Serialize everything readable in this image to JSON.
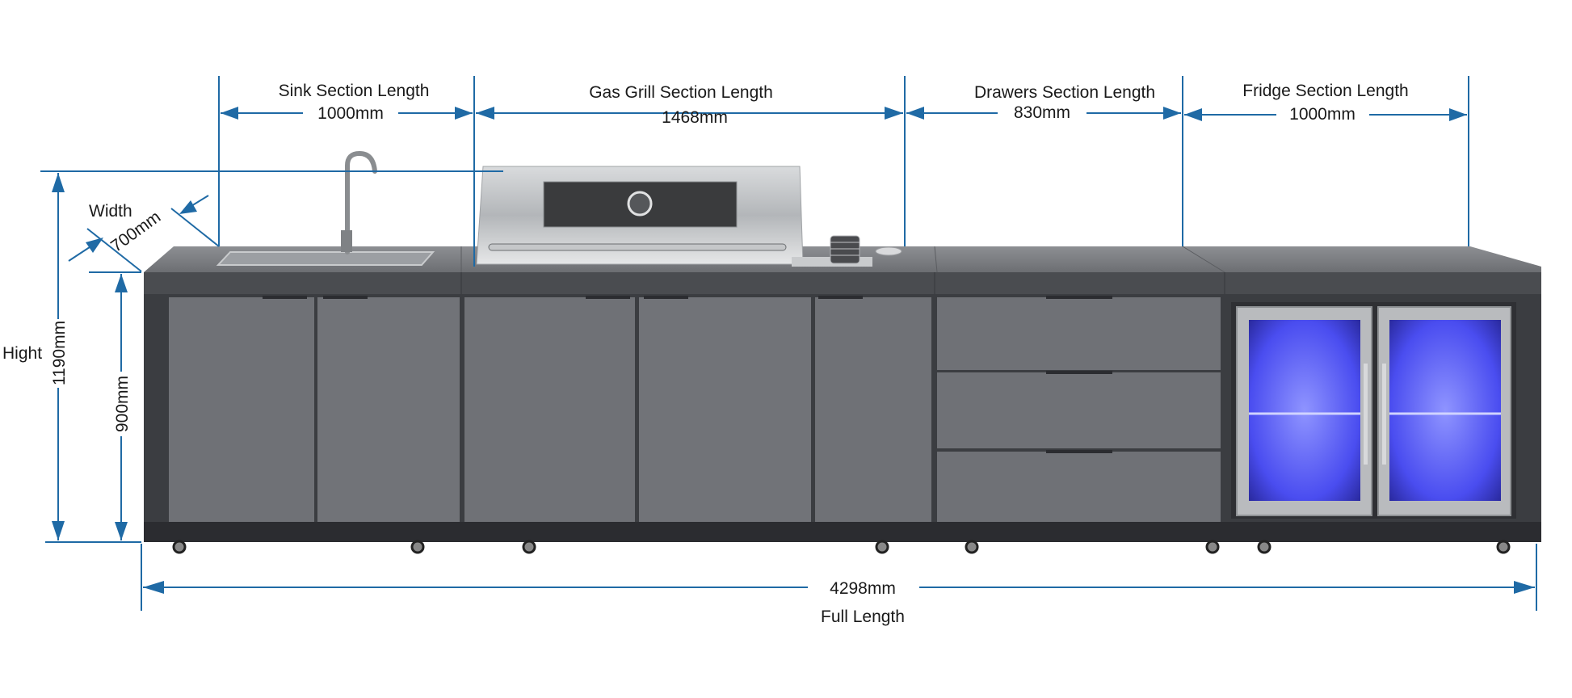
{
  "colors": {
    "dimension": "#1f6aa5",
    "cabinet": "#6f7176",
    "countertop": "#4a4c50",
    "fridge_light": "#5a5cff"
  },
  "sections": [
    {
      "title": "Sink Section Length",
      "value": "1000mm"
    },
    {
      "title": "Gas Grill Section Length",
      "value": "1468mm"
    },
    {
      "title": "Drawers Section Length",
      "value": "830mm"
    },
    {
      "title": "Fridge Section Length",
      "value": "1000mm"
    }
  ],
  "height": {
    "label": "Hight",
    "total": "1190mm",
    "counter": "900mm"
  },
  "width": {
    "label": "Width",
    "value": "700mm"
  },
  "full_length": {
    "value": "4298mm",
    "label": "Full Length"
  }
}
